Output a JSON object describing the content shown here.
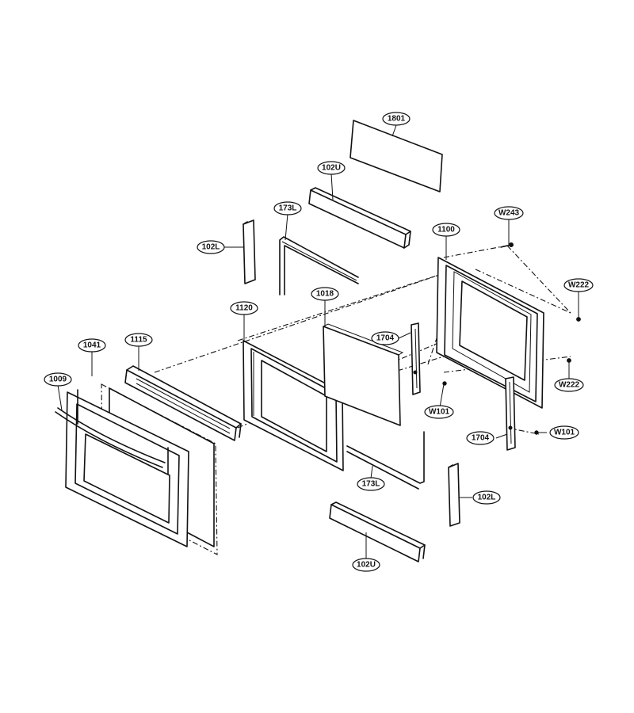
{
  "parts": [
    {
      "id": "p1801",
      "label": "1801"
    },
    {
      "id": "p102U_top",
      "label": "102U"
    },
    {
      "id": "p173L_top",
      "label": "173L"
    },
    {
      "id": "p102L_left",
      "label": "102L"
    },
    {
      "id": "p1100",
      "label": "1100"
    },
    {
      "id": "pW243",
      "label": "W243"
    },
    {
      "id": "pW222_a",
      "label": "W222"
    },
    {
      "id": "p1120",
      "label": "1120"
    },
    {
      "id": "p1018",
      "label": "1018"
    },
    {
      "id": "p1704_a",
      "label": "1704"
    },
    {
      "id": "p1041",
      "label": "1041"
    },
    {
      "id": "p1115",
      "label": "1115"
    },
    {
      "id": "p1009",
      "label": "1009"
    },
    {
      "id": "pW101_a",
      "label": "W101"
    },
    {
      "id": "pW222_b",
      "label": "W222"
    },
    {
      "id": "p1704_b",
      "label": "1704"
    },
    {
      "id": "pW101_b",
      "label": "W101"
    },
    {
      "id": "p173L_bot",
      "label": "173L"
    },
    {
      "id": "p102L_right",
      "label": "102L"
    },
    {
      "id": "p102U_bot",
      "label": "102U"
    }
  ]
}
